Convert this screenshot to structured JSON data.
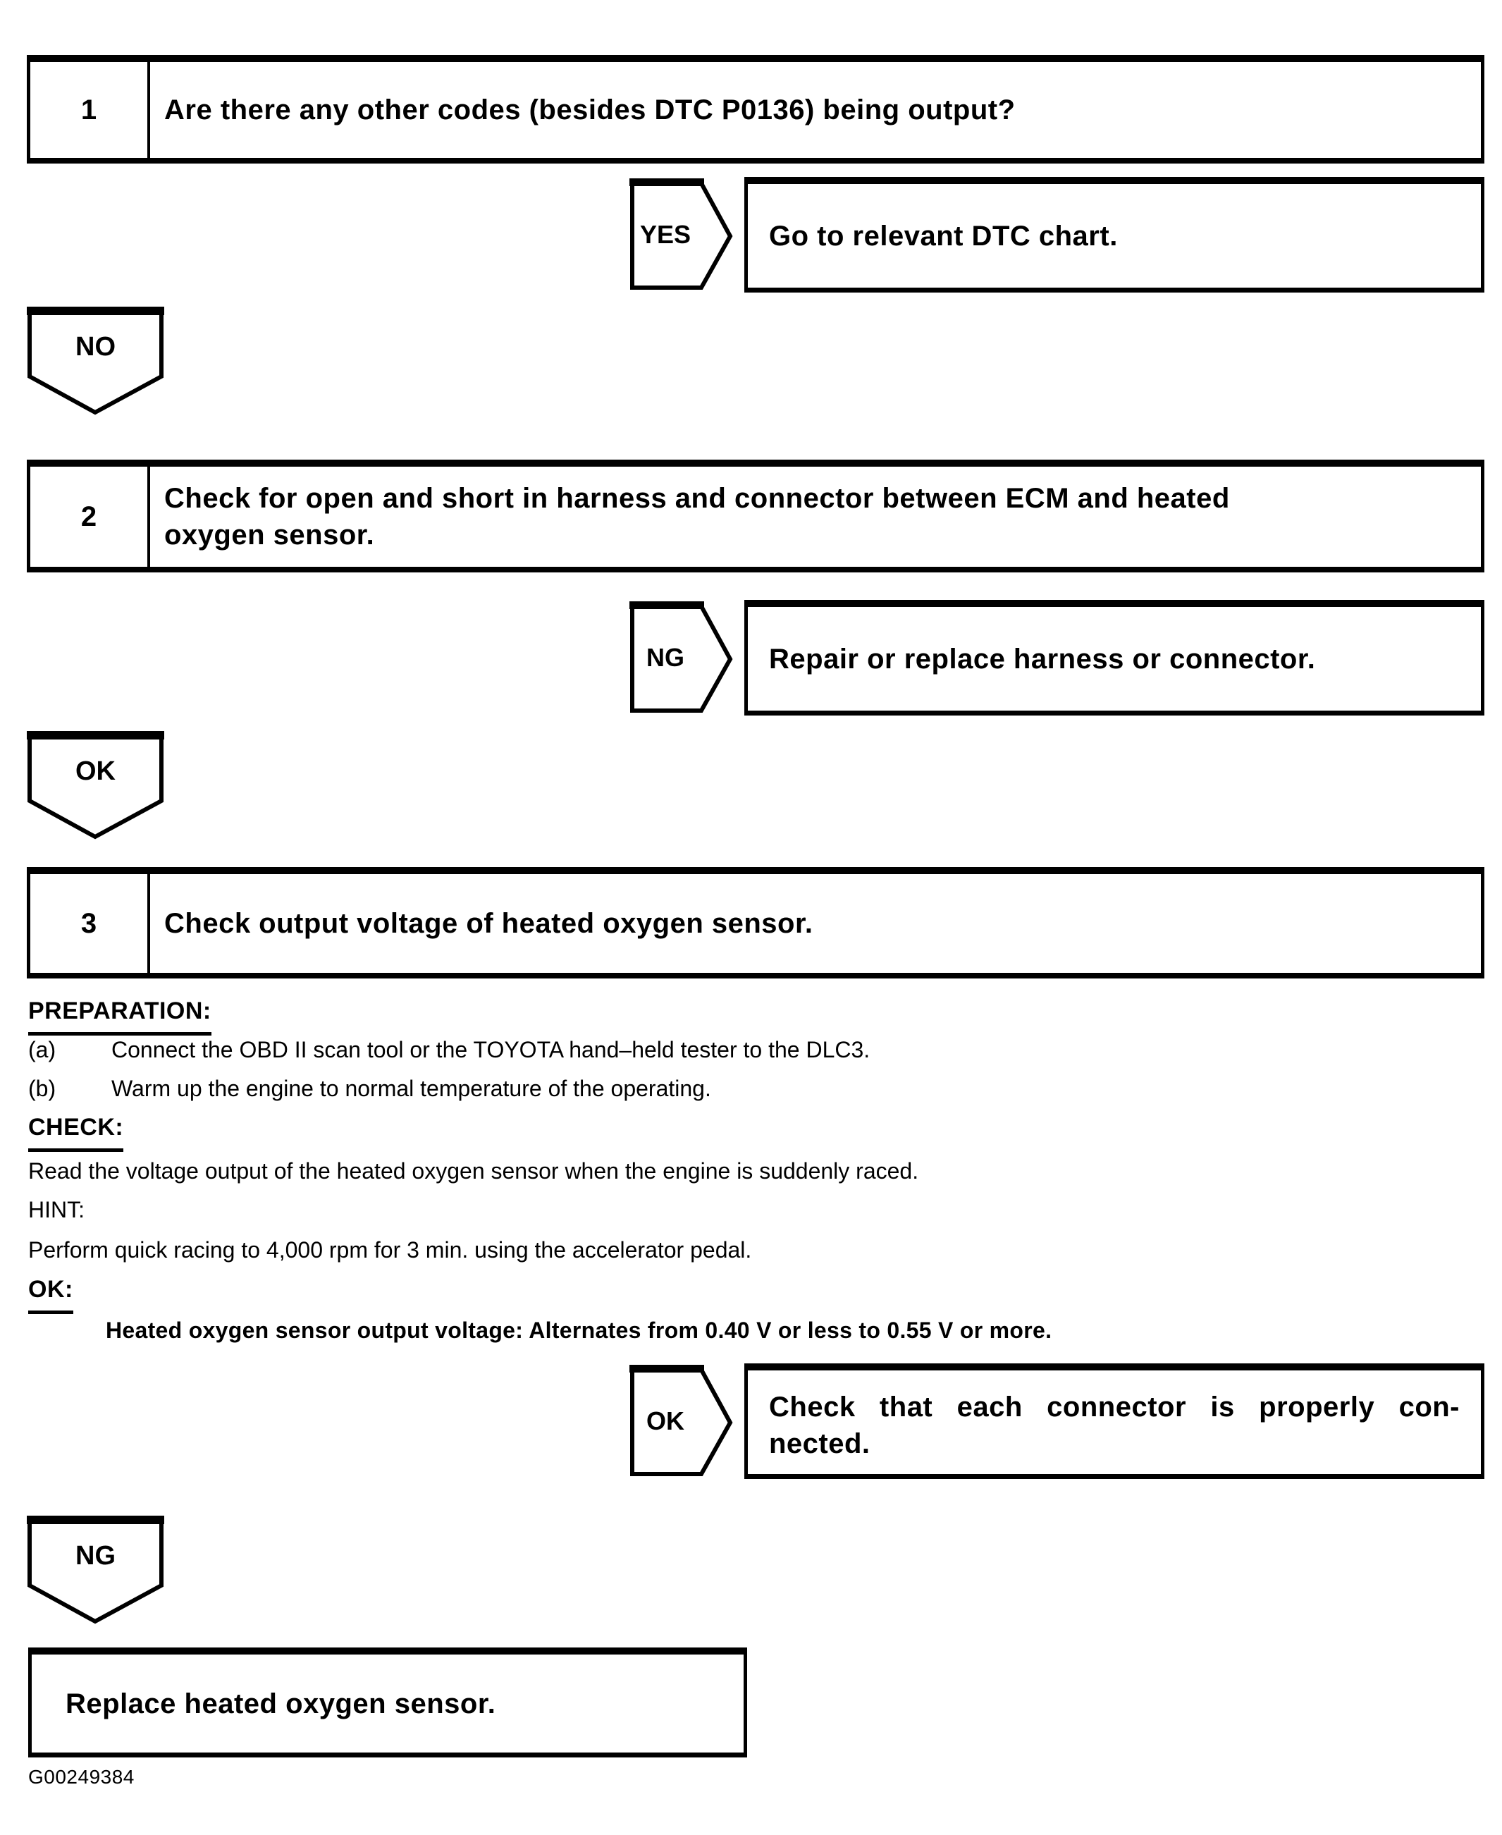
{
  "page": {
    "figure_id": "G00249384"
  },
  "steps": [
    {
      "number": "1",
      "title_lines": [
        "Are there any other codes (besides DTC P0136) being output?"
      ]
    },
    {
      "number": "2",
      "title_lines": [
        "Check for open and short in harness and connector between ECM and heated",
        "oxygen sensor."
      ]
    },
    {
      "number": "3",
      "title_lines": [
        "Check output voltage of heated oxygen sensor."
      ]
    }
  ],
  "branches": {
    "yes": {
      "label": "YES",
      "action_lines": [
        "Go to relevant DTC chart."
      ]
    },
    "ng": {
      "label": "NG",
      "action_lines": [
        "Repair or replace harness or connector."
      ]
    },
    "ok": {
      "label": "OK",
      "action_lines": [
        "Check that each connector is properly con-",
        "nected."
      ]
    }
  },
  "connectors": {
    "no": {
      "label": "NO"
    },
    "ok": {
      "label": "OK"
    },
    "ng": {
      "label": "NG"
    }
  },
  "details": {
    "preparation_heading": "PREPARATION:",
    "item_a_label": "(a)",
    "item_a_text": "Connect the OBD II scan tool or the TOYOTA hand–held tester to the DLC3.",
    "item_b_label": "(b)",
    "item_b_text": "Warm up the engine to normal temperature of the operating.",
    "check_heading": "CHECK:",
    "check_text": "Read the voltage output of the heated oxygen sensor when the engine is suddenly raced.",
    "hint_heading": "HINT:",
    "hint_text": "Perform quick racing to 4,000 rpm for 3 min. using the accelerator pedal.",
    "ok_heading": "OK:",
    "ok_spec": "Heated oxygen sensor output voltage: Alternates from 0.40 V or less to 0.55 V or more."
  },
  "final_action": "Replace heated oxygen sensor."
}
